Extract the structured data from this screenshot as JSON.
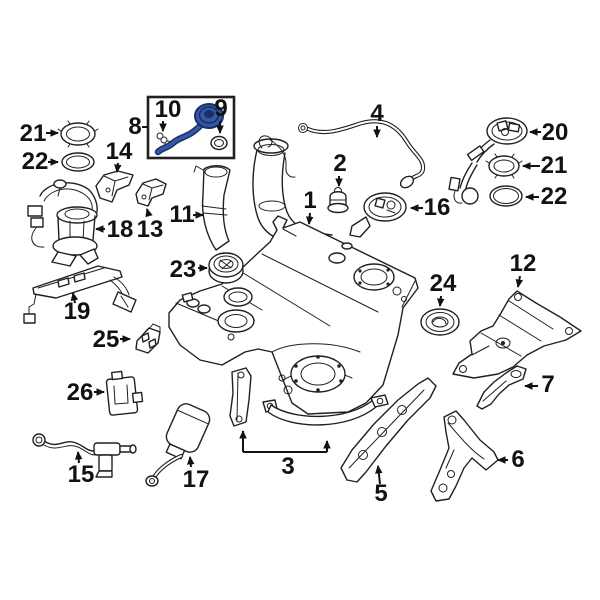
{
  "figure": {
    "type": "exploded-parts-diagram",
    "subject": "fuel-tank-and-fuel-system-components",
    "background": "#ffffff",
    "ink_color": "#231f20",
    "highlight_color": "#3358a8",
    "highlight_outline": "#1b2e66"
  },
  "callouts": [
    {
      "label": "21",
      "part": "lock-ring-left"
    },
    {
      "label": "22",
      "part": "seal-ring-left"
    },
    {
      "label": "14",
      "part": "mount-bracket-a"
    },
    {
      "label": "8",
      "part": "filler-cap-inset"
    },
    {
      "label": "10",
      "part": "cap-retainer"
    },
    {
      "label": "9",
      "part": "cap-seal"
    },
    {
      "label": "18",
      "part": "fuel-pump-assembly"
    },
    {
      "label": "13",
      "part": "mount-bracket-b"
    },
    {
      "label": "11",
      "part": "filler-pipe-shield"
    },
    {
      "label": "4",
      "part": "vent-hose"
    },
    {
      "label": "2",
      "part": "rollover-valve"
    },
    {
      "label": "1",
      "part": "fuel-tank"
    },
    {
      "label": "16",
      "part": "fuel-level-sender"
    },
    {
      "label": "20",
      "part": "sending-unit-right"
    },
    {
      "label": "21",
      "part": "lock-ring-right"
    },
    {
      "label": "22",
      "part": "seal-ring-right"
    },
    {
      "label": "23",
      "part": "pump-cover-cap"
    },
    {
      "label": "19",
      "part": "wiring-harness"
    },
    {
      "label": "25",
      "part": "clip-bracket"
    },
    {
      "label": "26",
      "part": "control-module"
    },
    {
      "label": "24",
      "part": "grommet"
    },
    {
      "label": "12",
      "part": "heat-shield"
    },
    {
      "label": "15",
      "part": "valve-with-harness"
    },
    {
      "label": "17",
      "part": "fuel-filter"
    },
    {
      "label": "3",
      "part": "tank-straps"
    },
    {
      "label": "5",
      "part": "support-bracket-a"
    },
    {
      "label": "6",
      "part": "support-bracket-b"
    },
    {
      "label": "7",
      "part": "support-bracket-c"
    }
  ]
}
